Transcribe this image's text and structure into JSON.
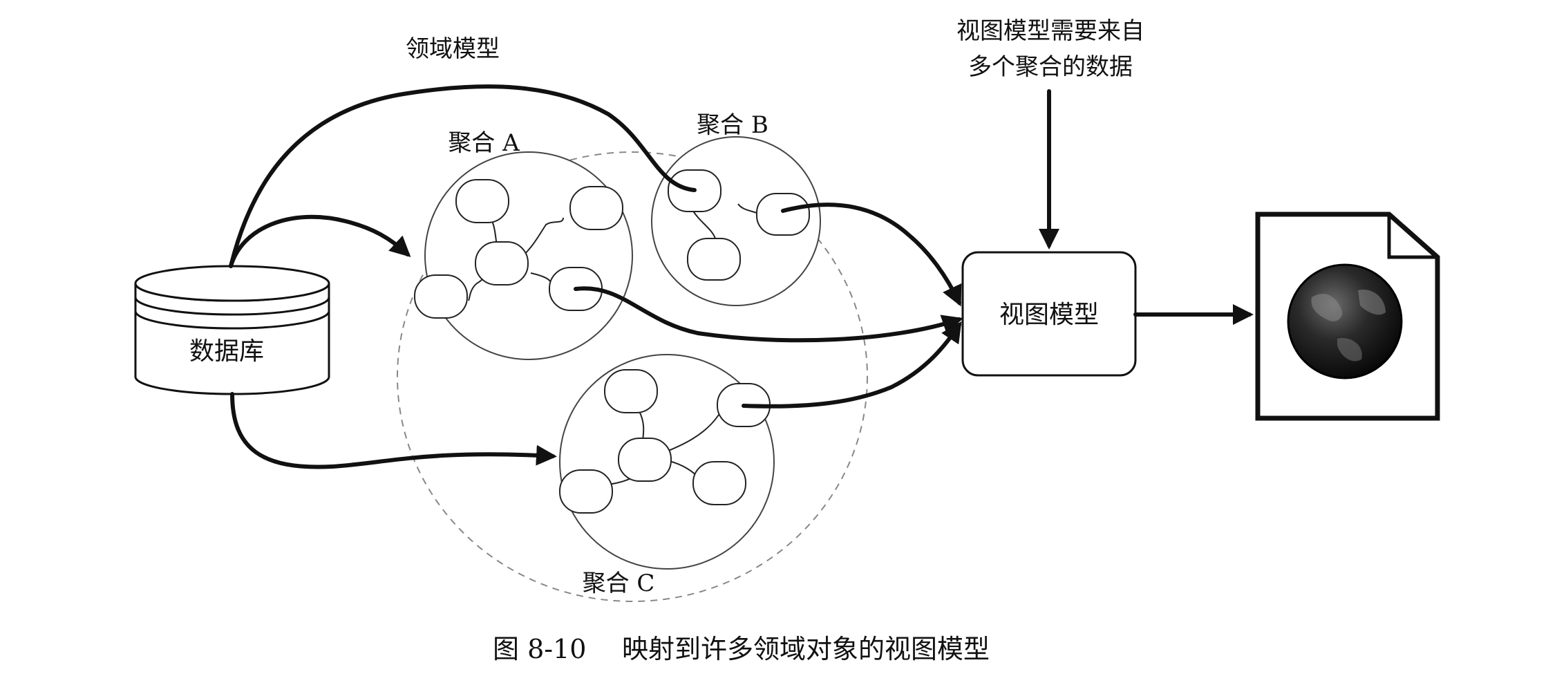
{
  "labels": {
    "domain_model": "领域模型",
    "view_model_needs_line1": "视图模型需要来自",
    "view_model_needs_line2": "多个聚合的数据",
    "aggregate_a": "聚合 A",
    "aggregate_b": "聚合 B",
    "aggregate_c": "聚合 C",
    "database": "数据库",
    "view_model": "视图模型"
  },
  "caption": {
    "figure_number": "图 8-10",
    "title": "映射到许多领域对象的视图模型"
  },
  "colors": {
    "ink": "#111111",
    "background": "#ffffff",
    "dashed_boundary": "#888888"
  },
  "icons": {
    "document": "document-icon",
    "globe": "globe-icon",
    "database": "database-cylinder-icon"
  }
}
